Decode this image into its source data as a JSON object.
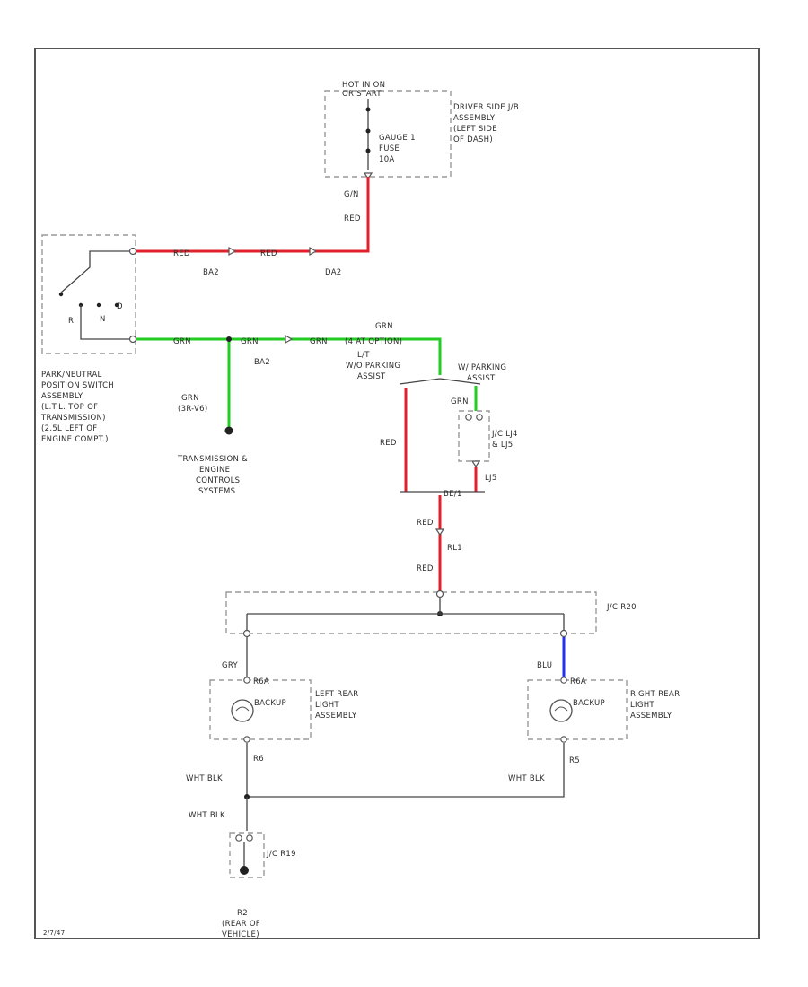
{
  "fuse_box": {
    "hot_label": [
      "HOT IN ON",
      "OR START"
    ],
    "fuse_label": [
      "GAUGE 1",
      "FUSE",
      "10A"
    ],
    "jb_label": [
      "DRIVER SIDE J/B",
      "ASSEMBLY",
      "(LEFT SIDE",
      "OF DASH)"
    ]
  },
  "wires": {
    "wire_a_pin": "G/N",
    "wire_red": "RED",
    "conn_ba2": "BA2",
    "conn_da2": "DA2",
    "wire_grn": "GRN",
    "grn_variant": "GRN",
    "grn_variant_sub": "(3R-V6)",
    "grn_opt": "(4 AT OPTION)",
    "wire_red_2": "RED",
    "wire_red_3": "RED",
    "wire_red_4": "RED",
    "conn_r1": "RL1",
    "wire_gry": "GRY",
    "wire_blu": "BLU",
    "wire_wht_blk_l": "WHT BLK",
    "wire_wht_blk_r": "WHT BLK",
    "wire_wht_blk_g": "WHT BLK",
    "pin_r6": "R6",
    "pin_r5": "R5"
  },
  "switch": {
    "label": [
      "PARK/NEUTRAL",
      "POSITION SWITCH",
      "ASSEMBLY",
      "(L.T.L. TOP OF",
      "TRANSMISSION)",
      "(2.5L LEFT OF",
      "ENGINE COMPT.)"
    ],
    "pos_r": "R",
    "pos_n": "N",
    "pos_d": "D"
  },
  "trans": {
    "label": [
      "TRANSMISSION &",
      "ENGINE",
      "CONTROLS",
      "SYSTEMS"
    ]
  },
  "parking": {
    "lh": [
      "L/T",
      "W/O PARKING",
      "ASSIST"
    ],
    "rh": [
      "W/ PARKING",
      "ASSIST"
    ],
    "jc_label": [
      "J/C LJ4",
      "& LJ5"
    ],
    "conn_lj5": "LJ5",
    "wire_grn": "GRN",
    "jc_pin": "BE/1"
  },
  "jc_r20": "J/C R20",
  "left_lamp": {
    "pin": "R6A",
    "bulb": "BACKUP",
    "label": [
      "LEFT REAR",
      "LIGHT",
      "ASSEMBLY"
    ]
  },
  "right_lamp": {
    "pin": "R6A",
    "bulb": "BACKUP",
    "label": [
      "RIGHT REAR",
      "LIGHT",
      "ASSEMBLY"
    ]
  },
  "jc_r19": "J/C R19",
  "ground": {
    "id": "R2",
    "label": [
      "(REAR OF",
      "VEHICLE)"
    ]
  },
  "footer_code": "2/7/47"
}
